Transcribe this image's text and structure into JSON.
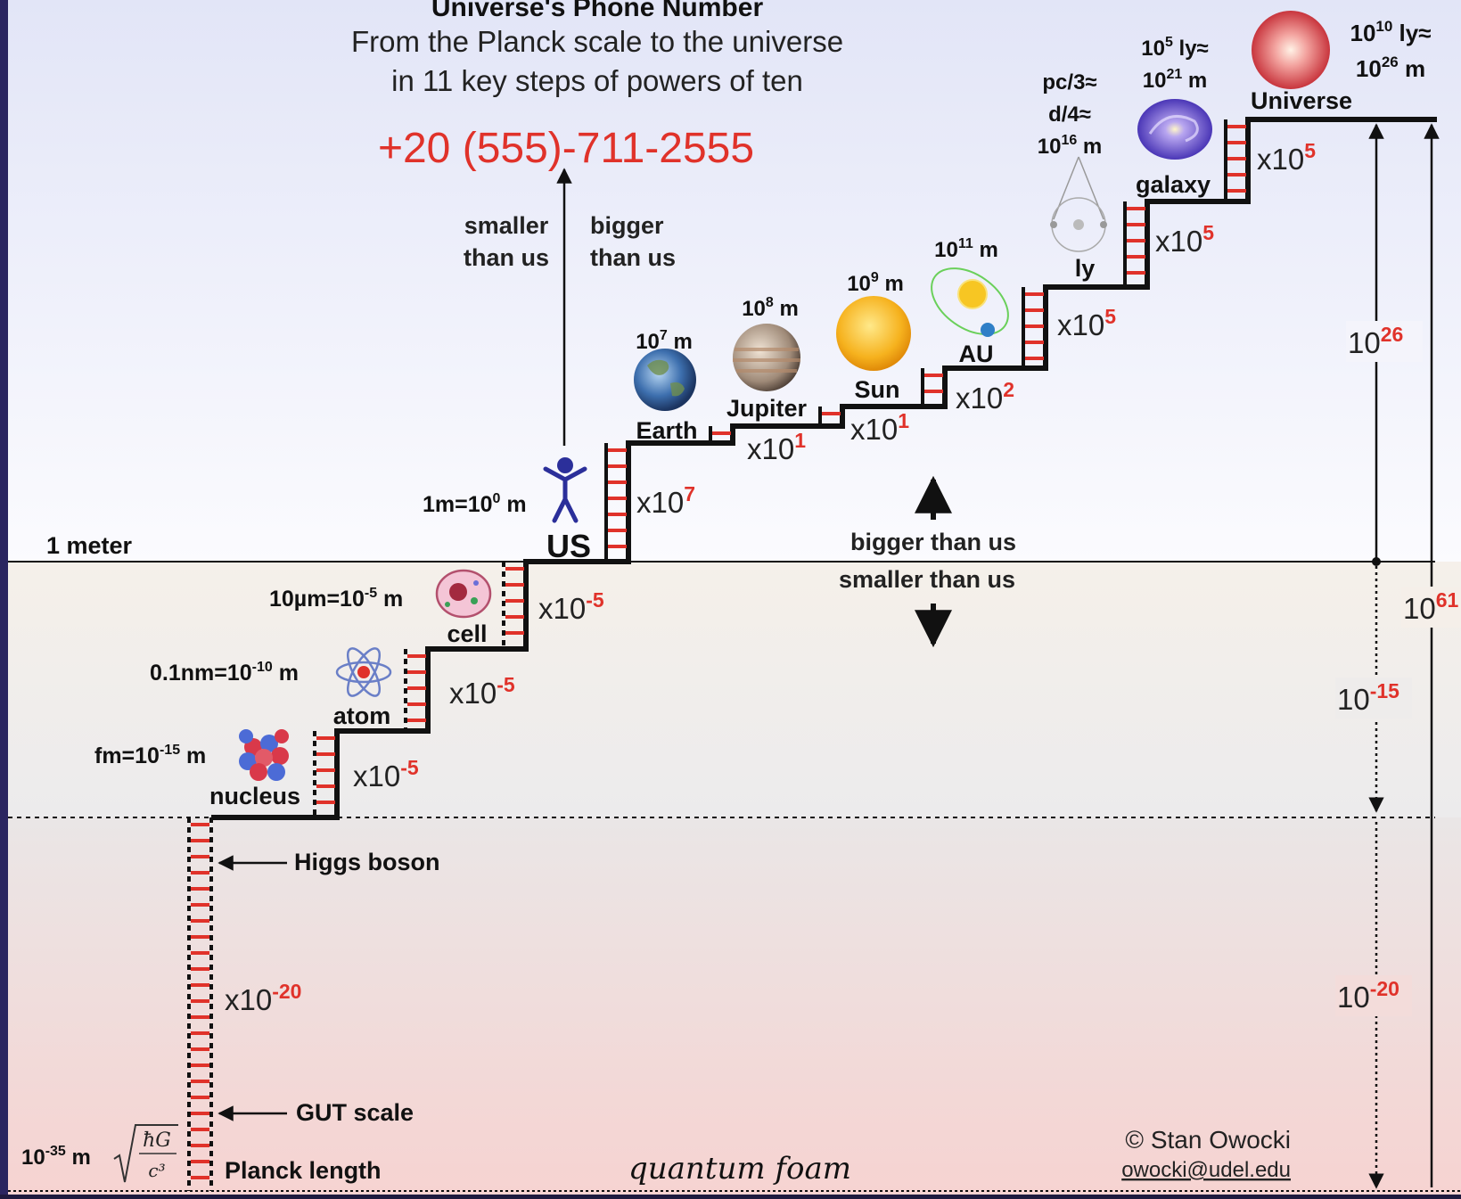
{
  "header": {
    "title": "Universe's Phone Number",
    "subtitle_line1": "From the Planck scale to the universe",
    "subtitle_line2": "in 11 key steps of powers of ten",
    "phone_number": "+20 (555)-711-2555"
  },
  "central": {
    "smaller_label": [
      "smaller",
      "than us"
    ],
    "bigger_label": [
      "bigger",
      "than us"
    ],
    "bigger_than_us": "bigger than us",
    "smaller_than_us": "smaller than us",
    "one_meter": "1 meter",
    "quantum_foam": "quantum foam"
  },
  "objects": [
    {
      "id": "planck",
      "name": "Planck length",
      "size": "10-35 m",
      "icon": "planck-formula"
    },
    {
      "id": "nucleus",
      "name": "nucleus",
      "size": "fm=10-15 m",
      "icon": "nucleus-icon"
    },
    {
      "id": "atom",
      "name": "atom",
      "size": "0.1nm=10-10 m",
      "icon": "atom-icon"
    },
    {
      "id": "cell",
      "name": "cell",
      "size": "10µm=10-5 m",
      "icon": "cell-icon"
    },
    {
      "id": "us",
      "name": "US",
      "size": "1m=100 m",
      "icon": "person-icon"
    },
    {
      "id": "earth",
      "name": "Earth",
      "size": "107 m",
      "icon": "earth-icon"
    },
    {
      "id": "jupiter",
      "name": "Jupiter",
      "size": "108 m",
      "icon": "jupiter-icon"
    },
    {
      "id": "sun",
      "name": "Sun",
      "size": "109 m",
      "icon": "sun-icon"
    },
    {
      "id": "au",
      "name": "AU",
      "size": "1011 m",
      "icon": "orbit-icon"
    },
    {
      "id": "ly",
      "name": "ly",
      "size": [
        "pc/3≈",
        "d/4≈",
        "1016 m"
      ],
      "icon": "parallax-icon"
    },
    {
      "id": "galaxy",
      "name": "galaxy",
      "size": [
        "105 ly≈",
        "1021 m"
      ],
      "icon": "galaxy-icon"
    },
    {
      "id": "universe",
      "name": "Universe",
      "size": [
        "1010 ly≈",
        "1026 m"
      ],
      "icon": "universe-icon"
    }
  ],
  "steps": [
    {
      "base": "x10",
      "exp": "-20"
    },
    {
      "base": "x10",
      "exp": "-5"
    },
    {
      "base": "x10",
      "exp": "-5"
    },
    {
      "base": "x10",
      "exp": "-5"
    },
    {
      "base": "x10",
      "exp": "7"
    },
    {
      "base": "x10",
      "exp": "1"
    },
    {
      "base": "x10",
      "exp": "1"
    },
    {
      "base": "x10",
      "exp": "2"
    },
    {
      "base": "x10",
      "exp": "5"
    },
    {
      "base": "x10",
      "exp": "5"
    },
    {
      "base": "x10",
      "exp": "5"
    }
  ],
  "annotations": {
    "higgs": "Higgs boson",
    "gut": "GUT scale"
  },
  "ranges": {
    "up": {
      "base": "10",
      "exp": "26"
    },
    "down_mid": {
      "base": "10",
      "exp": "-15"
    },
    "down_low": {
      "base": "10",
      "exp": "-20"
    },
    "total": {
      "base": "10",
      "exp": "61"
    }
  },
  "credit": {
    "author": "© Stan Owocki",
    "email": "owocki@udel.edu"
  },
  "colors": {
    "accent_red": "#e0322a",
    "ink": "#111111",
    "bg_top": "#e2e5f7",
    "bg_mid": "#f6f3ef",
    "bg_low": "#f6d6d4"
  }
}
